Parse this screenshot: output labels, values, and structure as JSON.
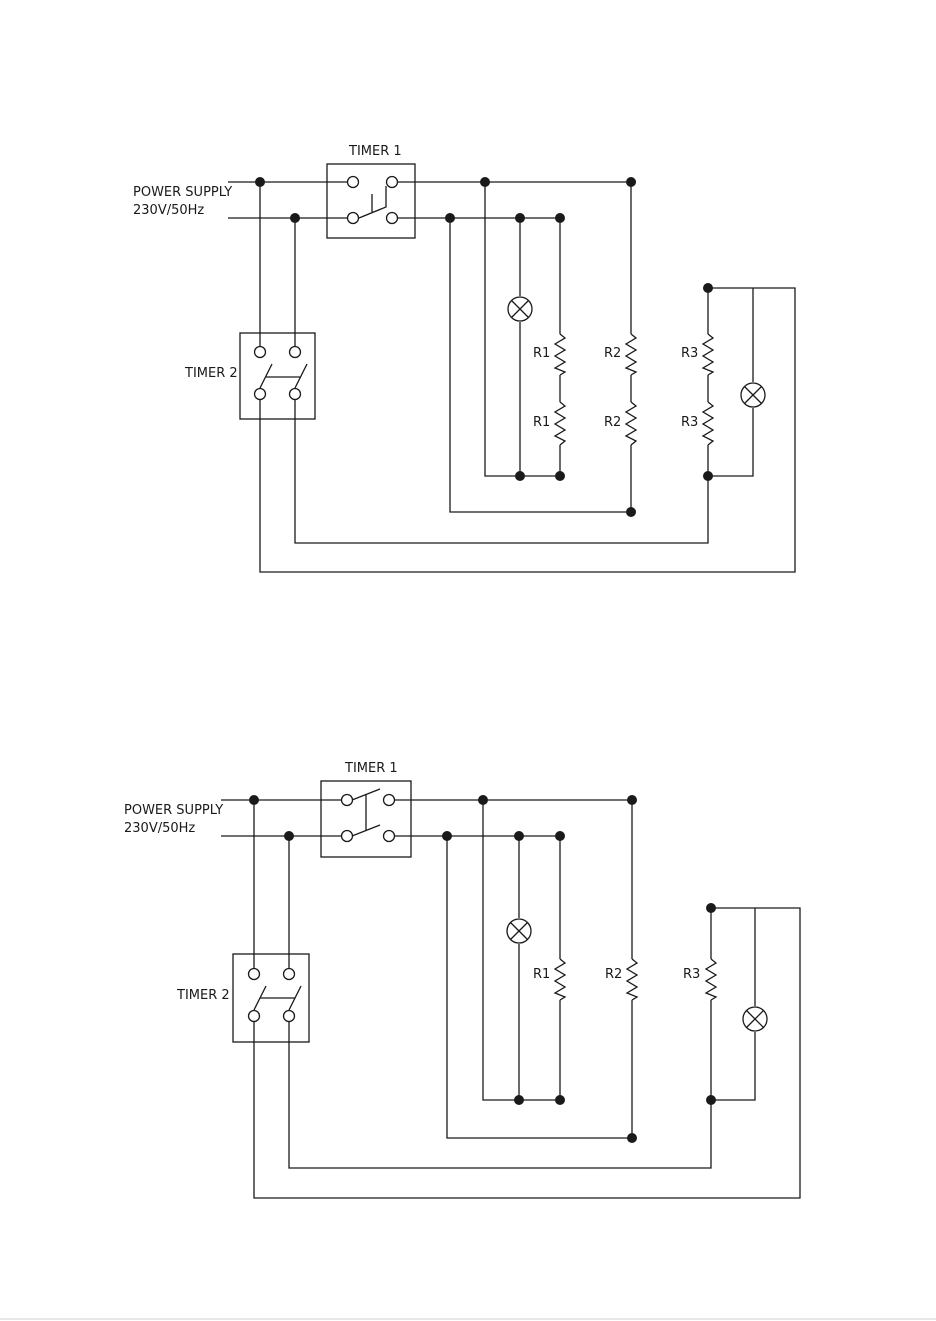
{
  "diagrams": [
    {
      "supply_label": "POWER SUPPLY",
      "supply_rating": "230V/50Hz",
      "timer1_label": "TIMER 1",
      "timer2_label": "TIMER 2",
      "resistors": [
        "R1",
        "R1",
        "R2",
        "R2",
        "R3",
        "R3"
      ]
    },
    {
      "supply_label": "POWER SUPPLY",
      "supply_rating": "230V/50Hz",
      "timer1_label": "TIMER 1",
      "timer2_label": "TIMER 2",
      "resistors": [
        "R1",
        "R2",
        "R3"
      ]
    }
  ]
}
